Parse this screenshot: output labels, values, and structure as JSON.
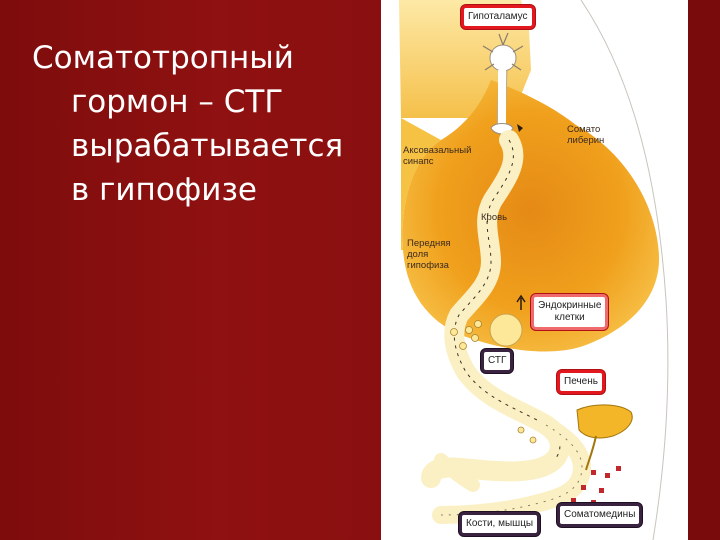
{
  "slide": {
    "title_lines": [
      "Соматотропный",
      "гормон – СТГ",
      "вырабатывается",
      "в гипофизе"
    ]
  },
  "diagram": {
    "labels": {
      "hypothalamus": "Гипоталамус",
      "somatoliberin_line1": "Сомато",
      "somatoliberin_line2": "либерин",
      "axovasal_line1": "Аксовазальный",
      "axovasal_line2": "синапс",
      "blood": "Кровь",
      "anterior_line1": "Передняя",
      "anterior_line2": "доля",
      "anterior_line3": "гипофиза",
      "endocrine_line1": "Эндокринные",
      "endocrine_line2": "клетки",
      "stg": "СТГ",
      "liver": "Печень",
      "somatomedins": "Соматомедины",
      "bones_muscles": "Кости, мышцы"
    }
  },
  "colors": {
    "slide_background": "#8c0f10",
    "title_text": "#ffffff",
    "gland_fill": "#f2a818",
    "gland_center": "#e8951a",
    "vessel_fill": "#fbf0c4",
    "label_border_red": "#e3181f",
    "label_border_dark": "#3a2340",
    "liver_fill": "#f2b628",
    "somatomedin_dots": "#c0282b"
  }
}
